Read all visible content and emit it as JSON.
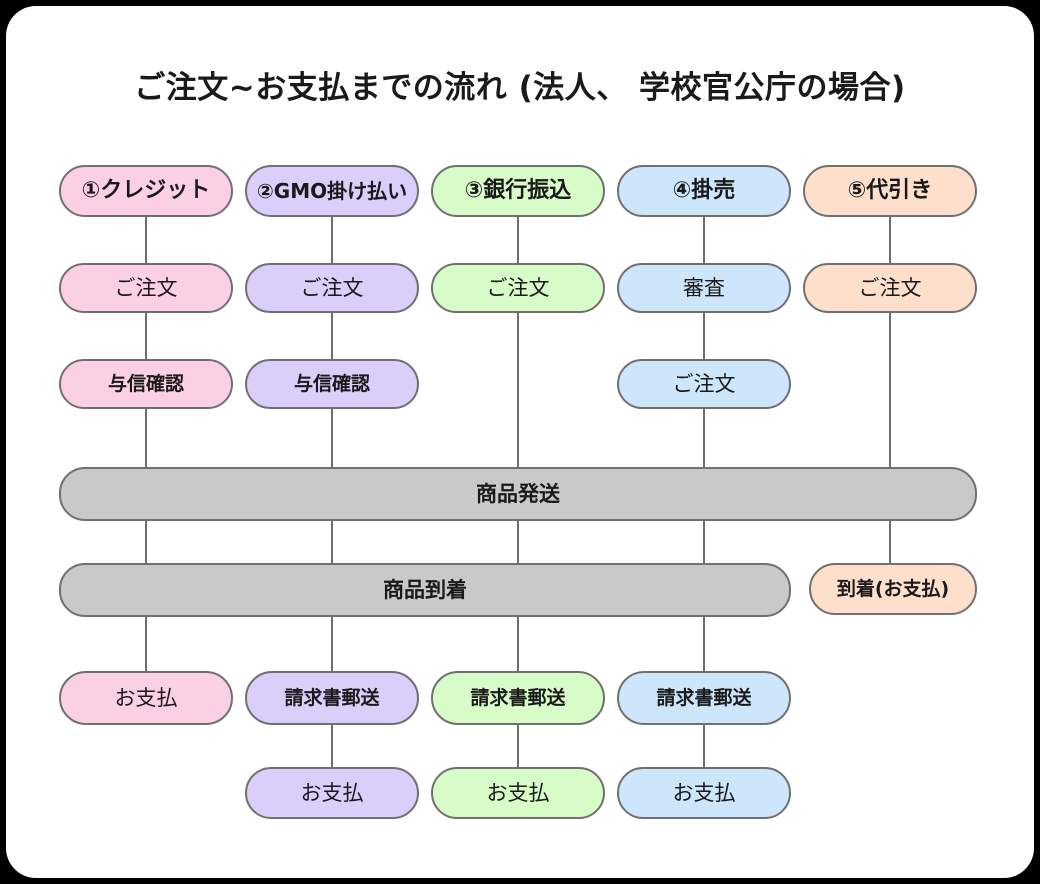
{
  "page": {
    "title": "ご注文~お支払までの流れ (法人、 学校官公庁の場合)",
    "background_color": "#000000",
    "card_color": "#ffffff"
  },
  "palette": {
    "pink": "#FCD0E4",
    "purple": "#DACEFA",
    "green": "#D8FCC8",
    "blue": "#CDE6FC",
    "peach": "#FDDFCC",
    "gray": "#C9C9C9",
    "border": "#707070",
    "connector": "#6E6E6E",
    "text": "#1A1A1A"
  },
  "columns": [
    {
      "id": "credit",
      "header": "①クレジット",
      "color_key": "pink",
      "color": "#FCD0E4"
    },
    {
      "id": "gmo",
      "header": "②GMO掛け払い",
      "color_key": "purple",
      "color": "#DACEFA"
    },
    {
      "id": "bank",
      "header": "③銀行振込",
      "color_key": "green",
      "color": "#D8FCC8"
    },
    {
      "id": "kakeuri",
      "header": "④掛売",
      "color_key": "blue",
      "color": "#CDE6FC"
    },
    {
      "id": "daibiki",
      "header": "⑤代引き",
      "color_key": "peach",
      "color": "#FDDFCC"
    }
  ],
  "steps": {
    "order": "ご注文",
    "credit_check": "与信確認",
    "screening": "審査",
    "ship": "商品発送",
    "arrive": "商品到着",
    "arrive_pay": "到着(お支払)",
    "invoice_mail": "請求書郵送",
    "payment": "お支払"
  },
  "nodes": {
    "header_credit": "①クレジット",
    "header_gmo": "②GMO掛け払い",
    "header_bank": "③銀行振込",
    "header_kakeuri": "④掛売",
    "header_daibiki": "⑤代引き",
    "r2_credit": "ご注文",
    "r2_gmo": "ご注文",
    "r2_bank": "ご注文",
    "r2_kakeuri": "審査",
    "r2_daibiki": "ご注文",
    "r3_credit": "与信確認",
    "r3_gmo": "与信確認",
    "r3_kakeuri": "ご注文",
    "bar_ship": "商品発送",
    "bar_arrive": "商品到着",
    "r5_daibiki": "到着(お支払)",
    "r6_credit": "お支払",
    "r6_gmo": "請求書郵送",
    "r6_bank": "請求書郵送",
    "r6_kakeuri": "請求書郵送",
    "r7_gmo": "お支払",
    "r7_bank": "お支払",
    "r7_kakeuri": "お支払"
  },
  "flows": {
    "credit": [
      "①クレジット",
      "ご注文",
      "与信確認",
      "商品発送",
      "商品到着",
      "お支払"
    ],
    "gmo": [
      "②GMO掛け払い",
      "ご注文",
      "与信確認",
      "商品発送",
      "商品到着",
      "請求書郵送",
      "お支払"
    ],
    "bank": [
      "③銀行振込",
      "ご注文",
      "商品発送",
      "商品到着",
      "請求書郵送",
      "お支払"
    ],
    "kakeuri": [
      "④掛売",
      "審査",
      "ご注文",
      "商品発送",
      "商品到着",
      "請求書郵送",
      "お支払"
    ],
    "daibiki": [
      "⑤代引き",
      "ご注文",
      "商品発送",
      "到着(お支払)"
    ]
  }
}
